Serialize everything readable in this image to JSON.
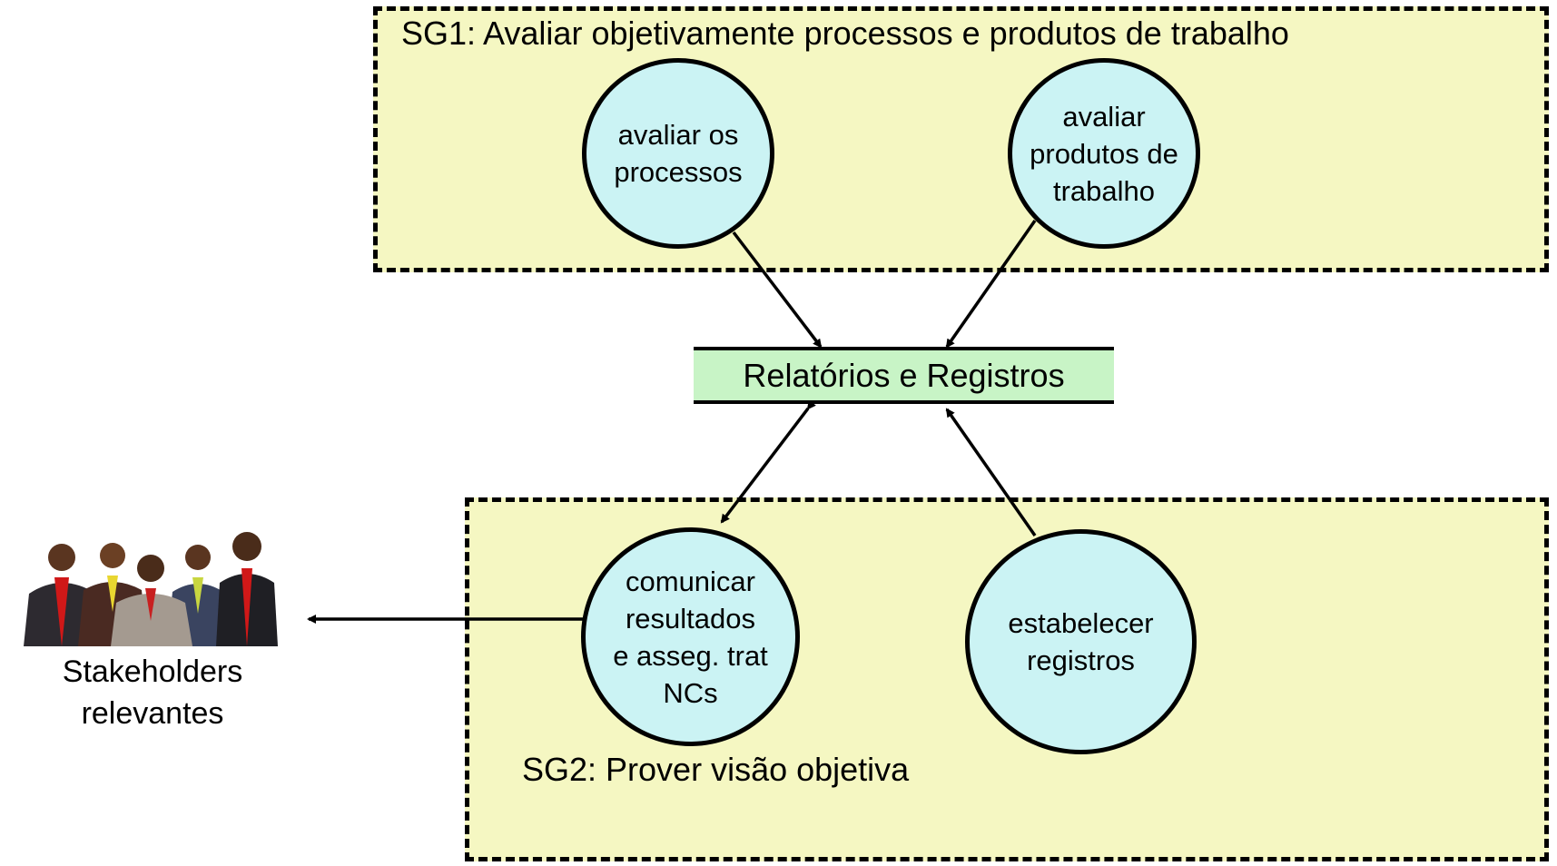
{
  "colors": {
    "goal_fill": "#f5f7c2",
    "circle_fill": "#cbf3f4",
    "reports_fill": "#c8f4c6",
    "stroke": "#000000"
  },
  "sg1": {
    "title": "SG1: Avaliar objetivamente processos e produtos de trabalho",
    "practices": [
      {
        "label": "avaliar os\nprocessos"
      },
      {
        "label": "avaliar\nprodutos de\ntrabalho"
      }
    ]
  },
  "sg2": {
    "title": "SG2: Prover visão objetiva",
    "practices": [
      {
        "label": "comunicar\nresultados\ne asseg. trat\nNCs"
      },
      {
        "label": "estabelecer\nregistros"
      }
    ]
  },
  "reports": {
    "label": "Relatórios e Registros"
  },
  "stakeholders": {
    "label": "Stakeholders\nrelevantes",
    "icon": "people-group-icon"
  }
}
